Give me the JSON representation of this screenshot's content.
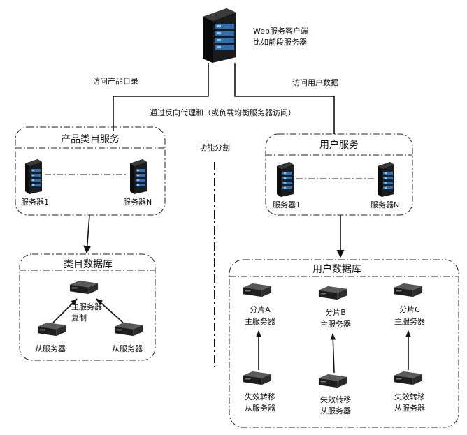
{
  "top": {
    "client_line1": "Web服务客户端",
    "client_line2": "比如前段服务器"
  },
  "edges": {
    "access_catalog": "访问产品目录",
    "access_user": "访问用户数据",
    "via_proxy": "通过反向代理和（或负载均衡服务器访问）",
    "functional_split": "功能分割"
  },
  "product_service": {
    "title": "产品类目服务",
    "server_1": "服务器1",
    "server_n": "服务器N"
  },
  "user_service": {
    "title": "用户服务",
    "server_1": "服务器1",
    "server_n": "服务器N"
  },
  "catalog_db": {
    "title": "类目数据库",
    "master_line1": "主服务器",
    "master_line2": "复制",
    "slave_left": "从服务器",
    "slave_right": "从服务器"
  },
  "user_db": {
    "title": "用户数据库",
    "shards": [
      {
        "name": "分片A",
        "role": "主服务器"
      },
      {
        "name": "分片B",
        "role": "主服务器"
      },
      {
        "name": "分片C",
        "role": "主服务器"
      }
    ],
    "failover": [
      {
        "line1": "失效转移",
        "line2": "从服务器"
      },
      {
        "line1": "失效转移",
        "line2": "从服务器"
      },
      {
        "line1": "失效转移",
        "line2": "从服务器"
      }
    ]
  }
}
